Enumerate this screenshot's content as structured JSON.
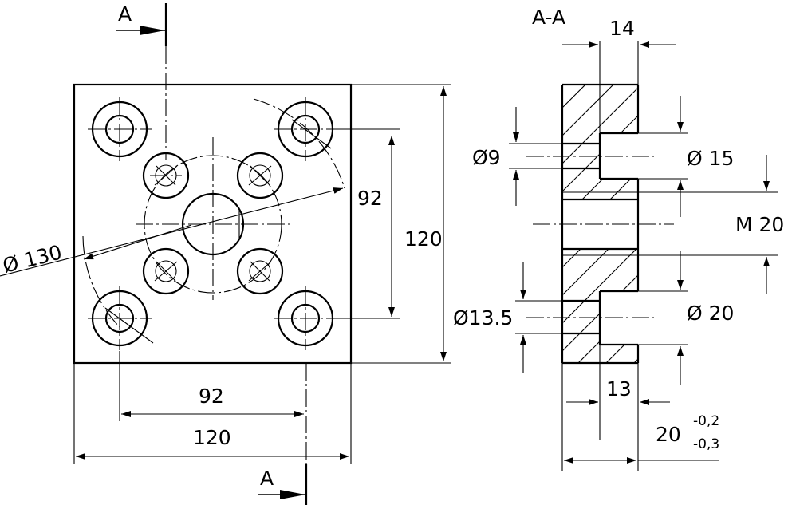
{
  "section_marks": {
    "top": "A",
    "bottom": "A",
    "view_title": "A-A"
  },
  "front_view": {
    "dim_92_vertical": "92",
    "dim_120_vertical": "120",
    "dim_92_horizontal": "92",
    "dim_120_horizontal": "120",
    "dim_bolt_circle": "Ø 130"
  },
  "section_view": {
    "dim_14": "14",
    "dim_d9": "Ø9",
    "dim_d15": "Ø 15",
    "dim_m20": "M 20",
    "dim_d13_5": "Ø13.5",
    "dim_d20": "Ø 20",
    "dim_13": "13",
    "dim_20": "20",
    "tol_upper": "-0,2",
    "tol_lower": "-0,3"
  },
  "colors": {
    "line": "#000000",
    "background": "#ffffff"
  }
}
